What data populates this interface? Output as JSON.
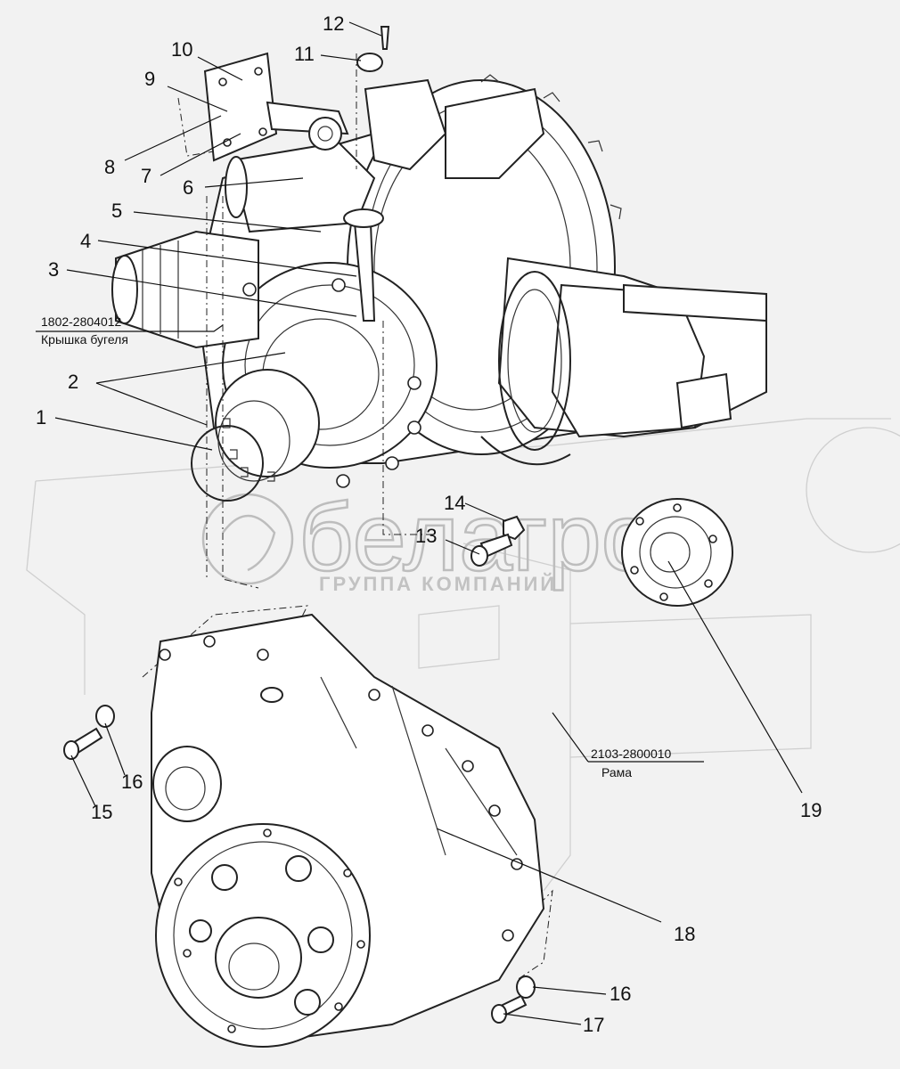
{
  "diagram": {
    "part_callouts": [
      {
        "id": "c1",
        "label": "1"
      },
      {
        "id": "c2",
        "label": "2"
      },
      {
        "id": "c3",
        "label": "3"
      },
      {
        "id": "c4",
        "label": "4"
      },
      {
        "id": "c5",
        "label": "5"
      },
      {
        "id": "c6",
        "label": "6"
      },
      {
        "id": "c7",
        "label": "7"
      },
      {
        "id": "c8",
        "label": "8"
      },
      {
        "id": "c9",
        "label": "9"
      },
      {
        "id": "c10",
        "label": "10"
      },
      {
        "id": "c11",
        "label": "11"
      },
      {
        "id": "c12",
        "label": "12"
      },
      {
        "id": "c13",
        "label": "13"
      },
      {
        "id": "c14",
        "label": "14"
      },
      {
        "id": "c15",
        "label": "15"
      },
      {
        "id": "c16a",
        "label": "16"
      },
      {
        "id": "c16b",
        "label": "16"
      },
      {
        "id": "c17",
        "label": "17"
      },
      {
        "id": "c18",
        "label": "18"
      },
      {
        "id": "c19",
        "label": "19"
      }
    ],
    "reference_parts": [
      {
        "id": "cover",
        "part_number": "1802-2804012",
        "name": "Крышка бугеля"
      },
      {
        "id": "frame",
        "part_number": "2103-2800010",
        "name": "Рама"
      }
    ],
    "watermark": {
      "logo_text": "белагро",
      "subtitle": "ГРУППА КОМПАНИЙ"
    }
  }
}
